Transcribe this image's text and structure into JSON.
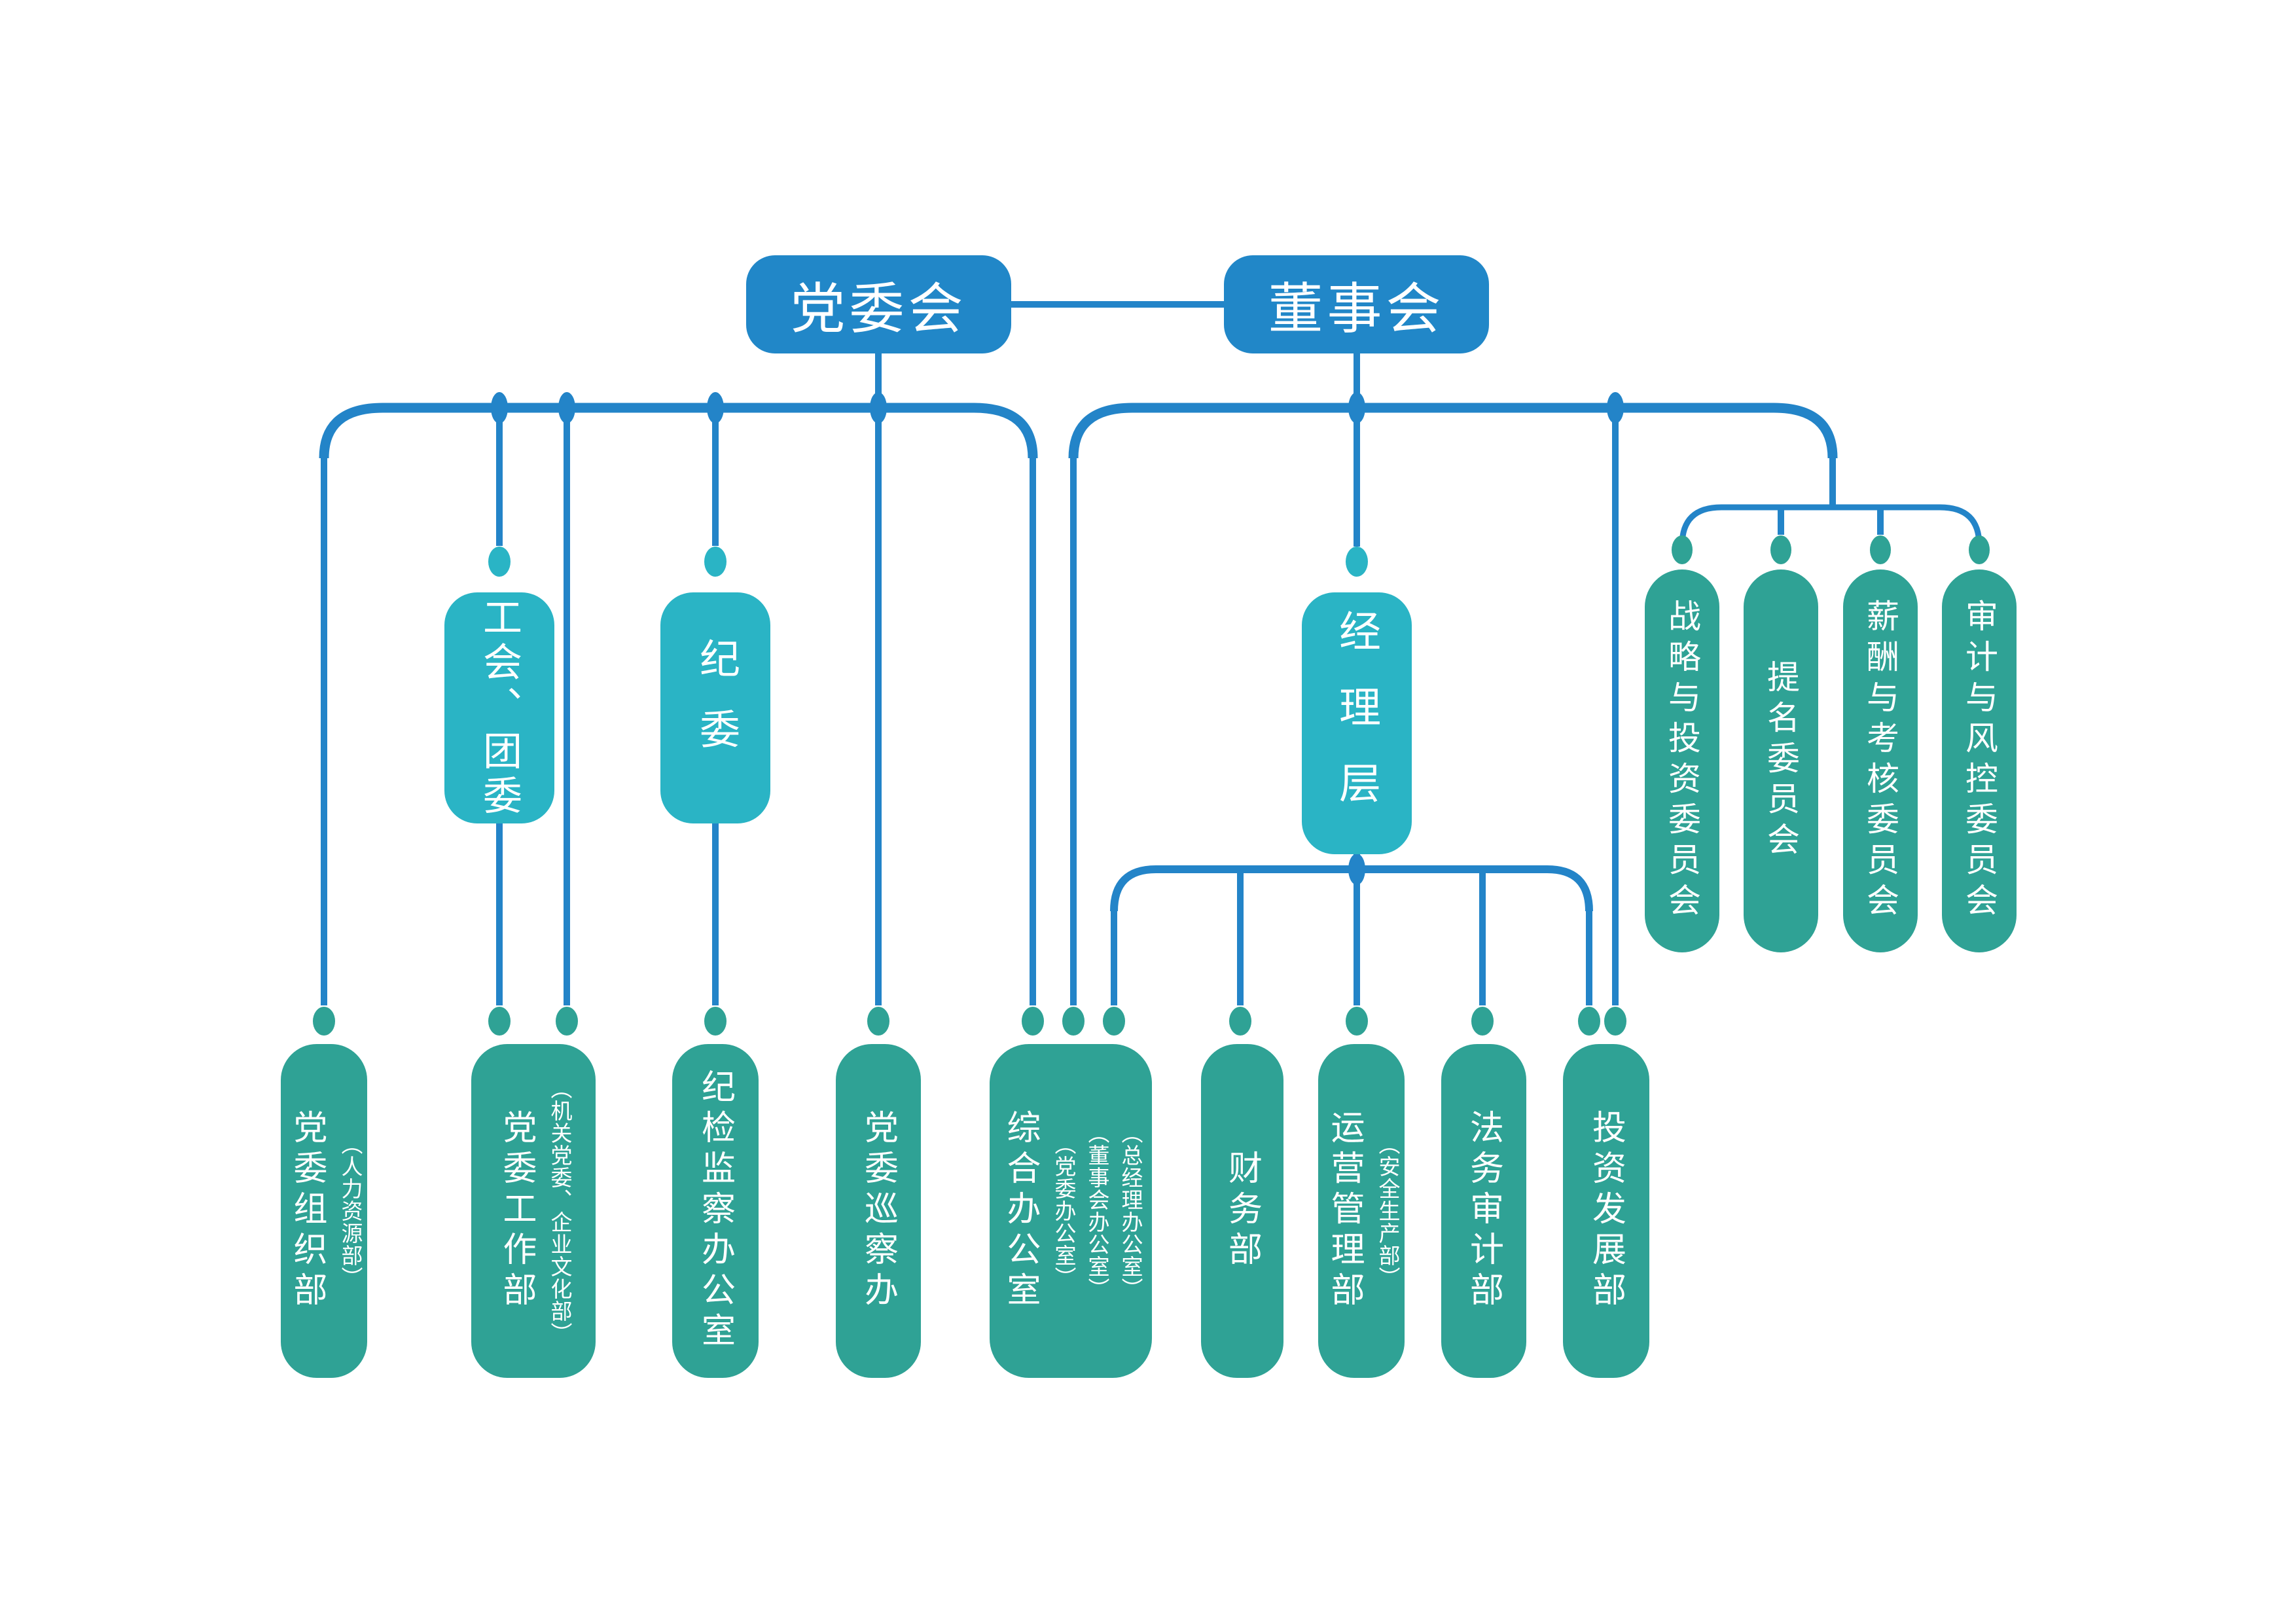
{
  "palette": {
    "top_box_blue": "#2187c8",
    "line_blue": "#2384c8",
    "mid_teal": "#2ab4c5",
    "dept_green": "#2fa295",
    "text_white": "#ffffff",
    "background": "#ffffff"
  },
  "top_row": {
    "party_committee": "党委会",
    "board": "董事会"
  },
  "mid_row": {
    "union": "工会、团委",
    "discipline": "纪委",
    "management": "经理层"
  },
  "committees": [
    {
      "label": "战略与投资委员会"
    },
    {
      "label": "提名委员会"
    },
    {
      "label": "薪酬与考核委员会"
    },
    {
      "label": "审计与风控委员会"
    }
  ],
  "bottom_row": [
    {
      "label": "党委组织部",
      "subs": [
        "（人力资源部）"
      ]
    },
    {
      "label": "党委工作部",
      "subs": [
        "（机关党委、企业文化部）"
      ]
    },
    {
      "label": "纪检监察办公室",
      "subs": []
    },
    {
      "label": "党委巡察办",
      "subs": []
    },
    {
      "label": "综合办公室",
      "subs": [
        "（党委办公室）",
        "（董事会办公室）",
        "（总经理办公室）"
      ]
    },
    {
      "label": "财务部",
      "subs": []
    },
    {
      "label": "运营管理部",
      "subs": [
        "（安全生产部）"
      ]
    },
    {
      "label": "法务审计部",
      "subs": []
    },
    {
      "label": "投资发展部",
      "subs": []
    }
  ]
}
